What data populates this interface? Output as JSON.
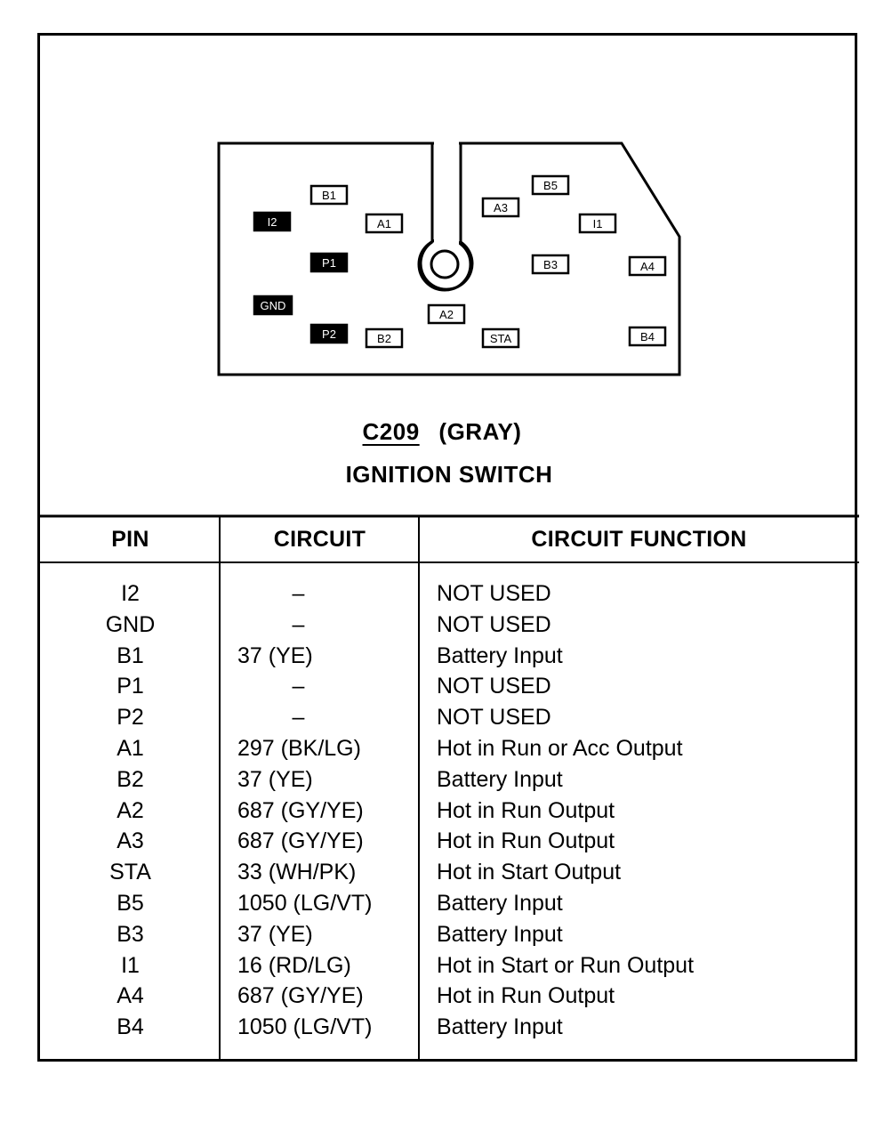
{
  "connector": {
    "id": "C209",
    "color": "(GRAY)",
    "name": "IGNITION SWITCH",
    "cavities": [
      {
        "label": "B1",
        "style": "outline"
      },
      {
        "label": "I2",
        "style": "filled"
      },
      {
        "label": "A1",
        "style": "outline"
      },
      {
        "label": "P1",
        "style": "filled"
      },
      {
        "label": "GND",
        "style": "filled"
      },
      {
        "label": "P2",
        "style": "filled"
      },
      {
        "label": "B2",
        "style": "outline"
      },
      {
        "label": "A2",
        "style": "outline"
      },
      {
        "label": "A3",
        "style": "outline"
      },
      {
        "label": "B5",
        "style": "outline"
      },
      {
        "label": "I1",
        "style": "outline"
      },
      {
        "label": "B3",
        "style": "outline"
      },
      {
        "label": "A4",
        "style": "outline"
      },
      {
        "label": "STA",
        "style": "outline"
      },
      {
        "label": "B4",
        "style": "outline"
      }
    ]
  },
  "table": {
    "headers": {
      "pin": "PIN",
      "circuit": "CIRCUIT",
      "function": "CIRCUIT FUNCTION"
    },
    "rows": [
      {
        "pin": "I2",
        "circuit": "–",
        "function": "NOT USED"
      },
      {
        "pin": "GND",
        "circuit": "–",
        "function": "NOT USED"
      },
      {
        "pin": "B1",
        "circuit": "37 (YE)",
        "function": "Battery Input"
      },
      {
        "pin": "P1",
        "circuit": "–",
        "function": "NOT USED"
      },
      {
        "pin": "P2",
        "circuit": "–",
        "function": "NOT USED"
      },
      {
        "pin": "A1",
        "circuit": "297 (BK/LG)",
        "function": "Hot in Run or Acc Output"
      },
      {
        "pin": "B2",
        "circuit": "37 (YE)",
        "function": "Battery Input"
      },
      {
        "pin": "A2",
        "circuit": "687 (GY/YE)",
        "function": "Hot in Run Output"
      },
      {
        "pin": "A3",
        "circuit": "687 (GY/YE)",
        "function": "Hot in Run Output"
      },
      {
        "pin": "STA",
        "circuit": "33 (WH/PK)",
        "function": "Hot in Start Output"
      },
      {
        "pin": "B5",
        "circuit": "1050 (LG/VT)",
        "function": "Battery Input"
      },
      {
        "pin": "B3",
        "circuit": "37 (YE)",
        "function": "Battery Input"
      },
      {
        "pin": "I1",
        "circuit": "16 (RD/LG)",
        "function": "Hot in Start or Run Output"
      },
      {
        "pin": "A4",
        "circuit": "687 (GY/YE)",
        "function": "Hot in Run Output"
      },
      {
        "pin": "B4",
        "circuit": "1050 (LG/VT)",
        "function": "Battery Input"
      }
    ]
  }
}
